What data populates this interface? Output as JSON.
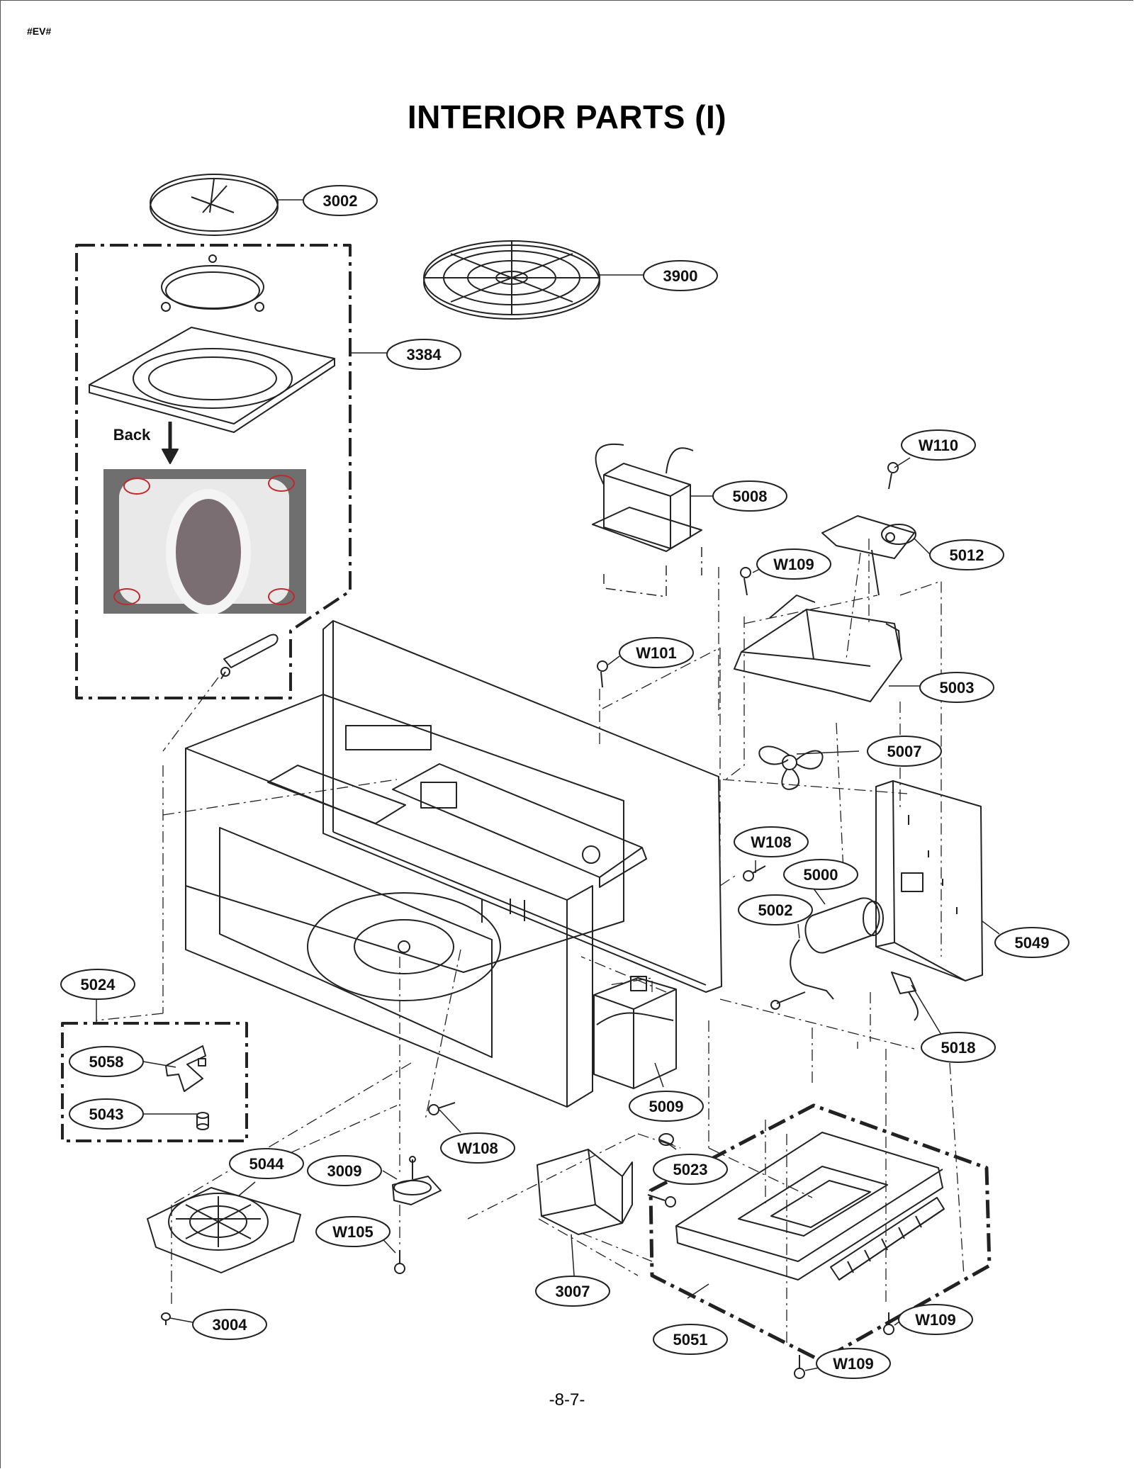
{
  "header": {
    "doc_code": "#EV#"
  },
  "title": "INTERIOR PARTS (I)",
  "footer": {
    "page_number": "-8-7-"
  },
  "diagram": {
    "direction_label": "Back",
    "callouts": [
      "3002",
      "3900",
      "3384",
      "W110",
      "5008",
      "5012",
      "W109",
      "W101",
      "5003",
      "5007",
      "W108",
      "5000",
      "5002",
      "5049",
      "5024",
      "5058",
      "5043",
      "5018",
      "5009",
      "W108",
      "5023",
      "5044",
      "3009",
      "W105",
      "3007",
      "5051",
      "W109",
      "W109",
      "3004"
    ]
  },
  "colors": {
    "line": "#222222",
    "photo_marker": "#c1272d"
  }
}
